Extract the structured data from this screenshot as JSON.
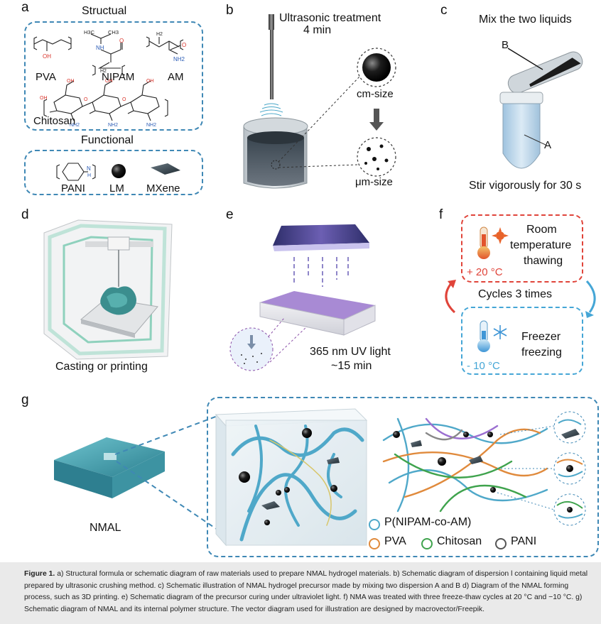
{
  "panel_letters": {
    "a": "a",
    "b": "b",
    "c": "c",
    "d": "d",
    "e": "e",
    "f": "f",
    "g": "g"
  },
  "panel_a": {
    "structural_title": "Structual",
    "functional_title": "Functional",
    "chemicals": {
      "pva": "PVA",
      "nipam": "NIPAM",
      "am": "AM",
      "chitosan": "Chitosan"
    },
    "functional_items": {
      "pani": "PANI",
      "lm": "LM",
      "mxene": "MXene"
    },
    "atom_labels": {
      "oh": "OH",
      "nh": "NH",
      "nh2": "NH2",
      "o": "O",
      "h3c": "H3C",
      "ch3": "CH3",
      "h2": "H2",
      "h": "H",
      "n": "N"
    }
  },
  "panel_b": {
    "title_line1": "Ultrasonic treatment",
    "title_line2": "4 min",
    "cm_size": "cm-size",
    "um_size": "μm-size"
  },
  "panel_c": {
    "title": "Mix the two liquids",
    "label_b": "B",
    "label_a": "A",
    "stir_text": "Stir vigorously for 30 s"
  },
  "panel_d": {
    "caption": "Casting or printing"
  },
  "panel_e": {
    "line1": "365 nm UV light",
    "line2": "~15 min"
  },
  "panel_f": {
    "room_line1": "Room",
    "room_line2": "temperature",
    "room_line3": "thawing",
    "warm_temp": "+ 20 °C",
    "cycles": "Cycles 3 times",
    "freezer_line1": "Freezer",
    "freezer_line2": "freezing",
    "cold_temp": "- 10 °C"
  },
  "panel_g": {
    "nmal_label": "NMAL",
    "legend": [
      {
        "name": "P(NIPAM-co-AM)",
        "color": "#4fa8c9"
      },
      {
        "name": "PVA",
        "color": "#e08a3c"
      },
      {
        "name": "Chitosan",
        "color": "#3fa34d"
      },
      {
        "name": "PANI",
        "color": "#555555"
      }
    ]
  },
  "colors": {
    "dash_blue": "#3f88b5",
    "warm_red": "#e0443a",
    "cold_blue": "#45a6d6"
  },
  "caption": {
    "figure_label": "Figure 1.",
    "text": " a) Structural formula or schematic diagram of raw materials used to prepare NMAL hydrogel materials. b) Schematic diagram of dispersion l containing liquid metal prepared by ultrasonic crushing method. c) Schematic illustration of NMAL hydrogel precursor made by mixing two dispersion A and B d) Diagram of the NMAL forming process, such as 3D printing. e) Schematic diagram of the precursor curing under ultraviolet light. f) NMA was treated with three freeze-thaw cycles at 20 °C and −10 °C. g) Schematic diagram of NMAL and its internal polymer structure. The vector diagram used for illustration are designed by macrovector/Freepik."
  }
}
